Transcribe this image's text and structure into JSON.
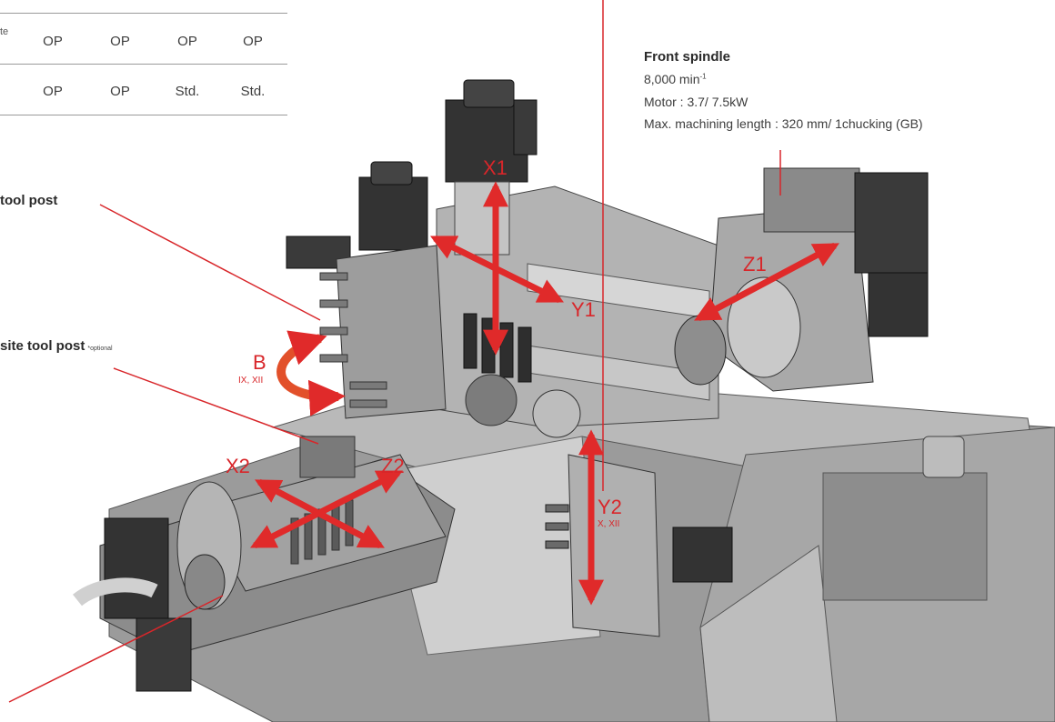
{
  "table": {
    "row1": {
      "trunc_label": "te",
      "cells": [
        "OP",
        "OP",
        "OP",
        "OP"
      ]
    },
    "row2": {
      "cells": [
        "OP",
        "OP",
        "Std.",
        "Std."
      ]
    }
  },
  "callouts": {
    "front_spindle": {
      "title": "Front spindle",
      "speed": "8,000 min",
      "speed_sup": "-1",
      "motor": "Motor : 3.7/ 7.5kW",
      "max_length": "Max. machining length : 320 mm/ 1chucking (GB)"
    },
    "tool_post": {
      "title": "tool post"
    },
    "opposite_tool_post": {
      "title": "site tool post",
      "note": "*optional"
    }
  },
  "axes": {
    "x1": "X1",
    "y1": "Y1",
    "z1": "Z1",
    "x2": "X2",
    "z2": "Z2",
    "y2": "Y2",
    "y2_sub": "X, XII",
    "b": "B",
    "b_sub": "IX, XII"
  },
  "colors": {
    "accent": "#d8262a",
    "machine": "#8c8c8c",
    "machine_dark": "#2a2a2a"
  }
}
